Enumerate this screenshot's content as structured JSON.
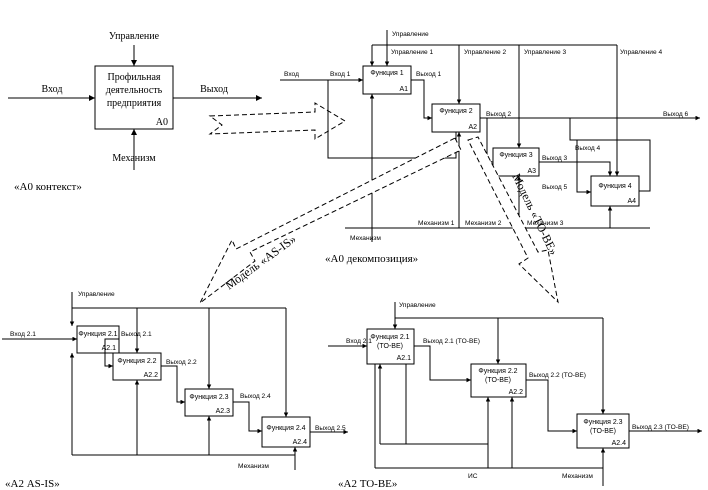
{
  "context": {
    "control": "Управление",
    "input": "Вход",
    "output": "Выход",
    "mechanism": "Механизм",
    "box_line1": "Профильная",
    "box_line2": "деятельность",
    "box_line3": "предприятия",
    "box_code": "A0",
    "caption": "«А0 контекст»"
  },
  "decomposition": {
    "caption": "«А0 декомпозиция»",
    "control_main": "Управление",
    "controls": [
      "Управление 1",
      "Управление 2",
      "Управление 3",
      "Управление 4"
    ],
    "input": "Вход",
    "input1": "Вход 1",
    "outputs": [
      "Выход 1",
      "Выход 2",
      "Выход 3",
      "Выход 4",
      "Выход 5",
      "Выход 6"
    ],
    "mechanism_main": "Механизм",
    "mechanisms": [
      "Механизм 1",
      "Механизм 2",
      "Механизм 3"
    ],
    "functions": [
      {
        "name": "Функция 1",
        "code": "A1"
      },
      {
        "name": "Функция 2",
        "code": "A2"
      },
      {
        "name": "Функция 3",
        "code": "A3"
      },
      {
        "name": "Функция 4",
        "code": "A4"
      }
    ]
  },
  "model_labels": {
    "as_is": "Модель «AS-IS»",
    "to_be": "Модель «TO-BE»"
  },
  "as_is": {
    "caption": "«А2 AS-IS»",
    "control": "Управление",
    "input": "Вход 2.1",
    "mechanism": "Механизм",
    "functions": [
      {
        "name": "Функция 2.1",
        "code": "A2.1",
        "output": "Выход 2.1"
      },
      {
        "name": "Функция 2.2",
        "code": "A2.2",
        "output": "Выход 2.2"
      },
      {
        "name": "Функция 2.3",
        "code": "A2.3",
        "output": "Выход 2.4"
      },
      {
        "name": "Функция 2.4",
        "code": "A2.4",
        "output": "Выход 2.5"
      }
    ]
  },
  "to_be": {
    "caption": "«А2 TO-BE»",
    "control": "Управление",
    "input": "Вход 2.1",
    "mechanism": "Механизм",
    "is": "ИС",
    "functions": [
      {
        "line1": "Функция 2.1",
        "line2": "(TO-BE)",
        "code": "A2.1",
        "output": "Выход 2.1 (TO-BE)"
      },
      {
        "line1": "Функция 2.2",
        "line2": "(TO-BE)",
        "code": "A2.2",
        "output": "Выход 2.2 (TO-BE)"
      },
      {
        "line1": "Функция 2.3",
        "line2": "(TO-BE)",
        "code": "A2.4",
        "output": "Выход 2.3 (TO-BE)"
      }
    ]
  }
}
